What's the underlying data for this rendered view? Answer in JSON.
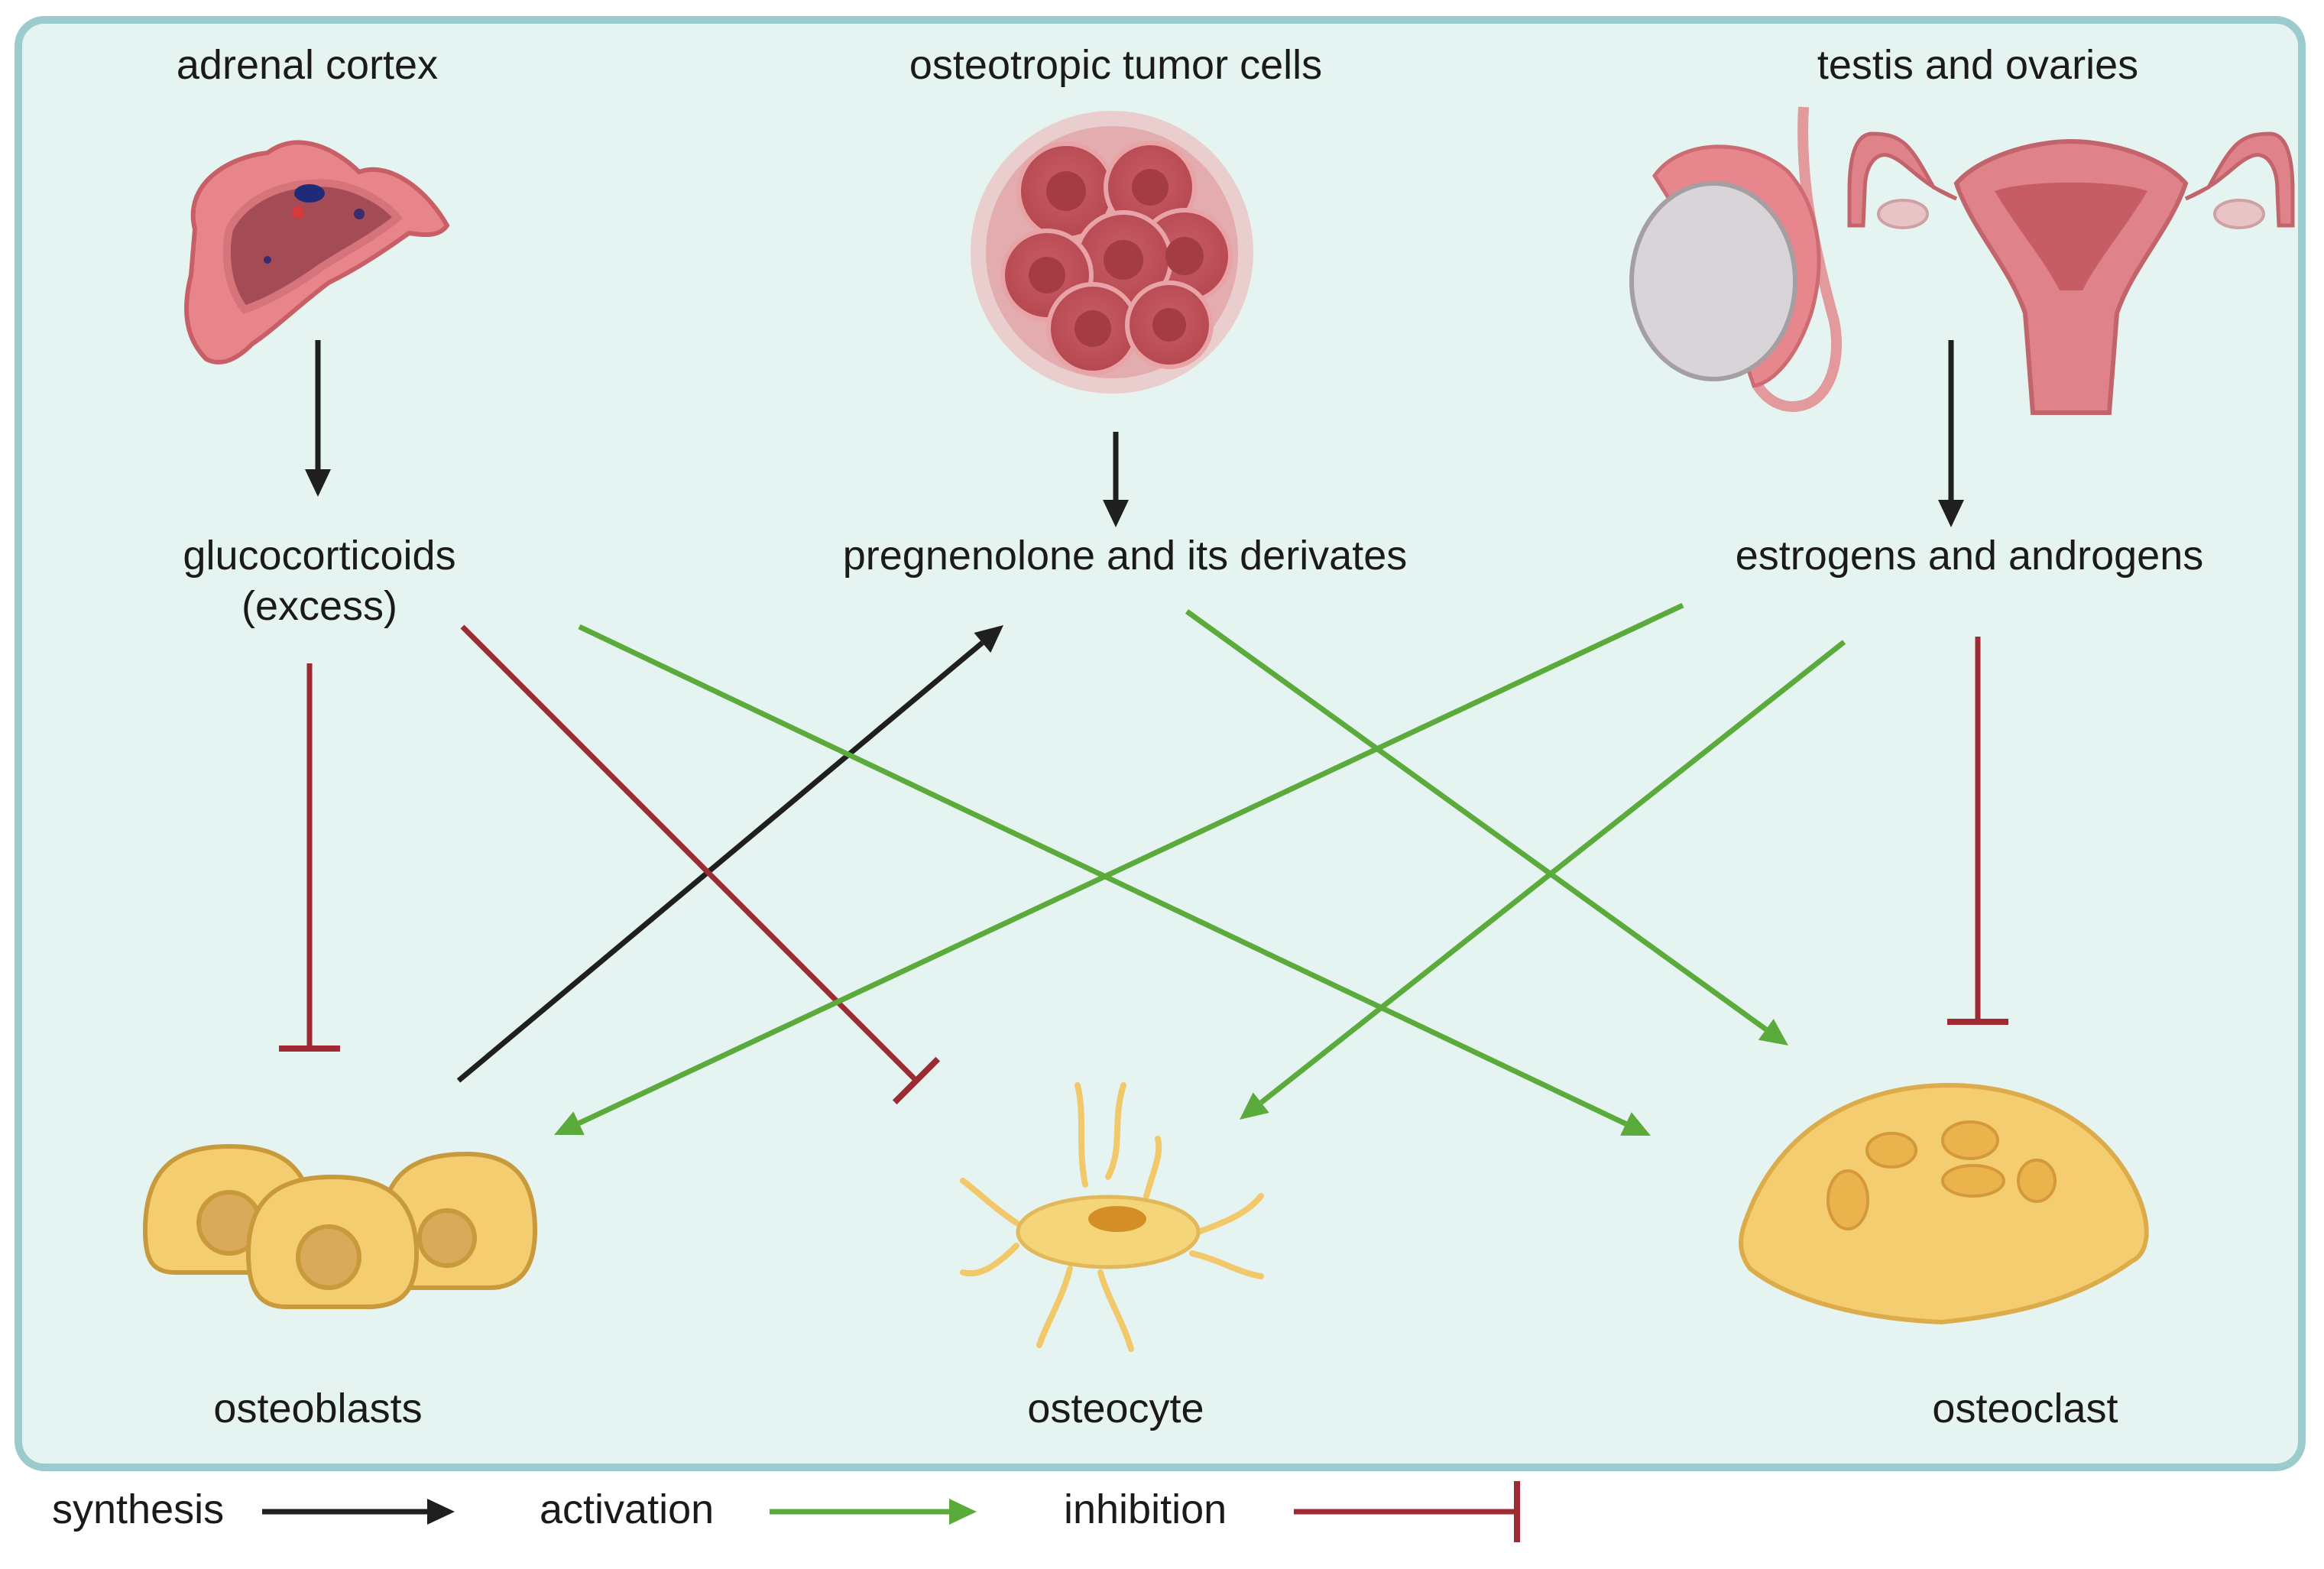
{
  "colors": {
    "panel_fill": "#e6f4f1",
    "panel_border": "#9ccbcd",
    "synthesis": "#1f1f1f",
    "activation": "#5aaa3c",
    "inhibition": "#9e2a33"
  },
  "sources": {
    "adrenal": "adrenal cortex",
    "tumor": "osteotropic tumor cells",
    "gonads": "testis and ovaries"
  },
  "hormones": {
    "glucocorticoids_line1": "glucocorticoids",
    "glucocorticoids_line2": "(excess)",
    "pregnenolone": "pregnenolone and its derivates",
    "sex_steroids": "estrogens and androgens"
  },
  "targets": {
    "osteoblasts": "osteoblasts",
    "osteocyte": "osteocyte",
    "osteoclast": "osteoclast"
  },
  "legend": {
    "synthesis": "synthesis",
    "activation": "activation",
    "inhibition": "inhibition"
  },
  "icons": [
    "adrenal-cortex-icon",
    "tumor-cells-icon",
    "testis-icon",
    "uterus-ovaries-icon",
    "osteoblasts-icon",
    "osteocyte-icon",
    "osteoclast-icon"
  ]
}
